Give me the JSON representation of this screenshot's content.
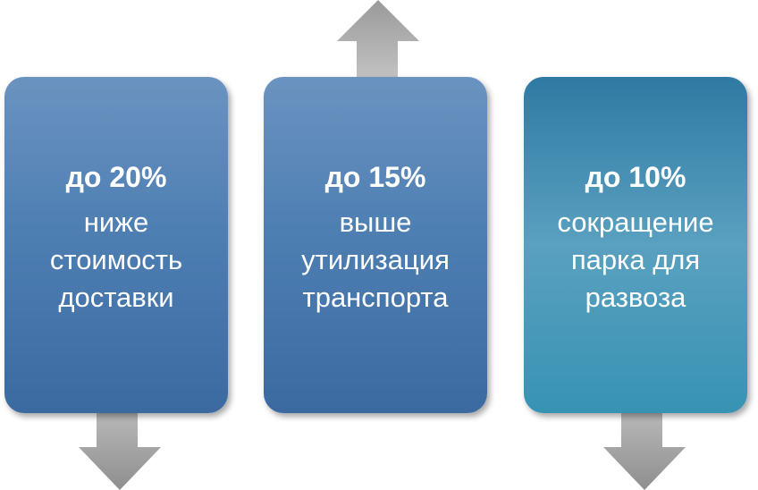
{
  "cards": [
    {
      "value": "до 20%",
      "lines": [
        "ниже",
        "стоимость",
        "доставки"
      ],
      "arrow": "down"
    },
    {
      "value": "до 15%",
      "lines": [
        "выше",
        "утилизация",
        "транспорта"
      ],
      "arrow": "up"
    },
    {
      "value": "до 10%",
      "lines": [
        "сокращение",
        "парка для",
        "развоза"
      ],
      "arrow": "down"
    }
  ]
}
